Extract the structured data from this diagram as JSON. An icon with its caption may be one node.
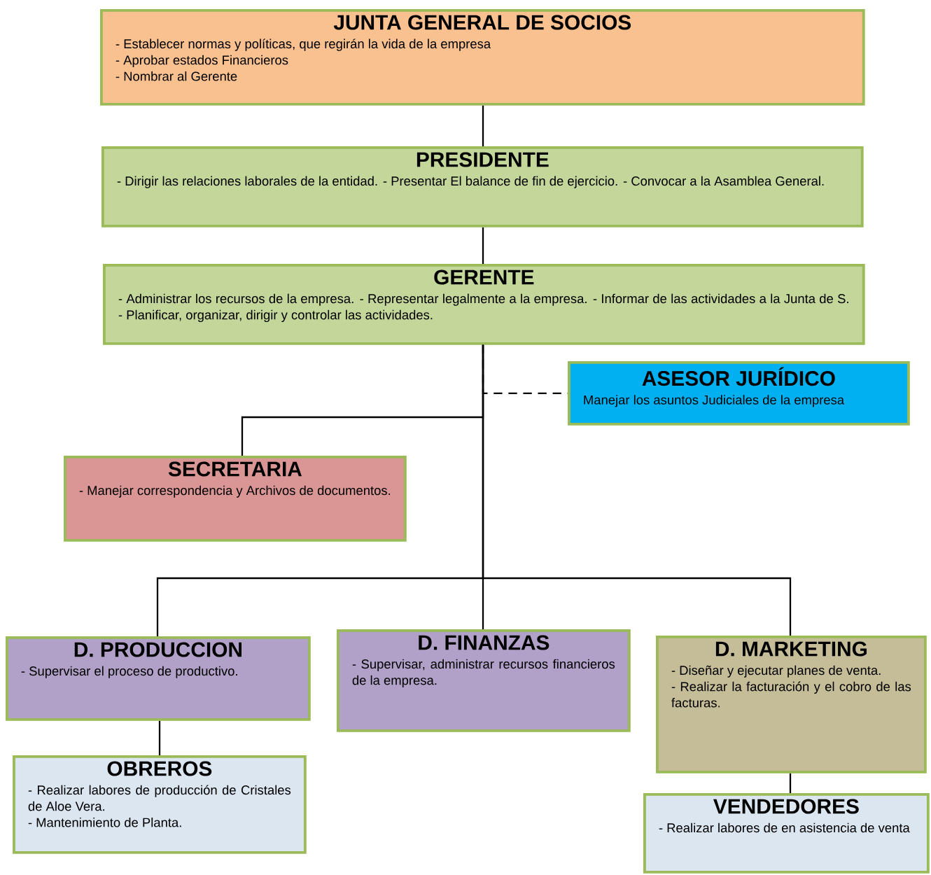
{
  "diagram": {
    "nodes": [
      {
        "text": [
          "JUNTA GENERAL DE SOCIOS",
          "- Establecer normas y políticas, que regirán la vida de la empresa",
          "- Aprobar estados Financieros",
          "- Nombrar al Gerente"
        ]
      },
      {
        "text": [
          "PRESIDENTE",
          "- Dirigir las relaciones laborales de la entidad. - Presentar El balance de fin de ejercicio. - Convocar a la Asamblea General."
        ]
      },
      {
        "text": [
          "GERENTE",
          "- Administrar los recursos de la empresa. - Representar legalmente a la empresa. - Informar de las actividades a la Junta de S. - Planificar, organizar, dirigir y controlar las actividades."
        ]
      },
      {
        "text": [
          "ASESOR JURÍDICO",
          "Manejar los asuntos Judiciales de la empresa"
        ]
      },
      {
        "text": [
          "SECRETARIA",
          "- Manejar correspondencia y Archivos de documentos."
        ]
      },
      {
        "text": [
          "D. PRODUCCION",
          "- Supervisar el proceso de productivo."
        ]
      },
      {
        "text": [
          "D. FINANZAS",
          "- Supervisar, administrar recursos financieros de la empresa."
        ]
      },
      {
        "text": [
          "D. MARKETING",
          "- Diseñar y ejecutar planes de venta.",
          "- Realizar la facturación y el cobro de las facturas."
        ]
      },
      {
        "text": [
          "OBREROS",
          "- Realizar labores de producción de Cristales de Aloe Vera.",
          "- Mantenimiento de Planta."
        ]
      },
      {
        "text": [
          "VENDEDORES",
          "- Realizar labores de en asistencia de venta"
        ]
      }
    ],
    "edges": [
      {
        "from": 0,
        "to": 1,
        "arrow": "none"
      },
      {
        "from": 1,
        "to": 2,
        "arrow": "none"
      },
      {
        "from": 2,
        "to": 3,
        "arrow": "none",
        "style": "dashed"
      },
      {
        "from": 2,
        "to": 4,
        "arrow": "none"
      },
      {
        "from": 2,
        "to": 5,
        "arrow": "none"
      },
      {
        "from": 2,
        "to": 6,
        "arrow": "none"
      },
      {
        "from": 2,
        "to": 7,
        "arrow": "none"
      },
      {
        "from": 5,
        "to": 8,
        "arrow": "none"
      },
      {
        "from": 7,
        "to": 9,
        "arrow": "none"
      }
    ]
  }
}
